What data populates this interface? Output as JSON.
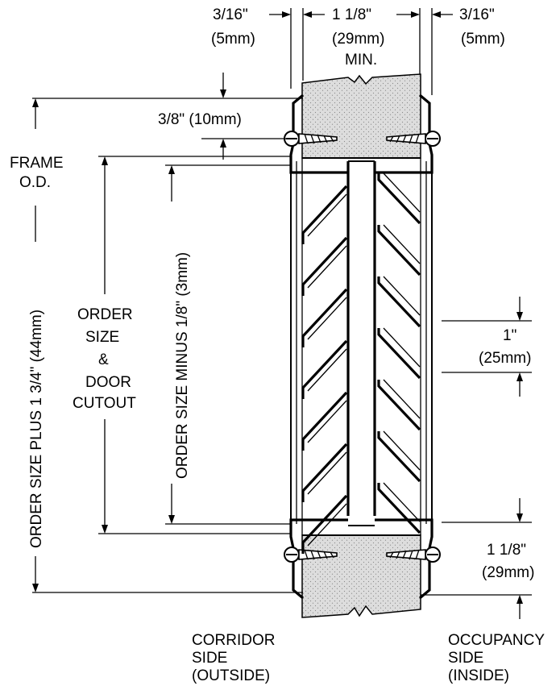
{
  "labels": {
    "left_gap": "3/16\"",
    "left_gap_mm": "(5mm)",
    "frame_width": "1 1/8\"",
    "frame_width_mm": "(29mm)",
    "frame_width_min": "MIN.",
    "right_gap": "3/16\"",
    "right_gap_mm": "(5mm)",
    "top_offset": "3/8\" (10mm)",
    "frame_od_1": "FRAME",
    "frame_od_2": "O.D.",
    "order_size_plus": "ORDER SIZE PLUS 1 3/4\" (44mm)",
    "order_size_minus": "ORDER SIZE MINUS 1/8\" (3mm)",
    "order_size_1": "ORDER",
    "order_size_2": "SIZE",
    "order_size_3": "&",
    "order_size_4": "DOOR",
    "order_size_5": "CUTOUT",
    "blade_pitch": "1\"",
    "blade_pitch_mm": "(25mm)",
    "frame_depth": "1 1/8\"",
    "frame_depth_mm": "(29mm)",
    "corridor_1": "CORRIDOR",
    "corridor_2": "SIDE",
    "corridor_3": "(OUTSIDE)",
    "occupancy_1": "OCCUPANCY",
    "occupancy_2": "SIDE",
    "occupancy_3": "(INSIDE)"
  },
  "colors": {
    "ink": "#000000",
    "door_fill": "#d9d9d9",
    "paper": "#ffffff"
  }
}
